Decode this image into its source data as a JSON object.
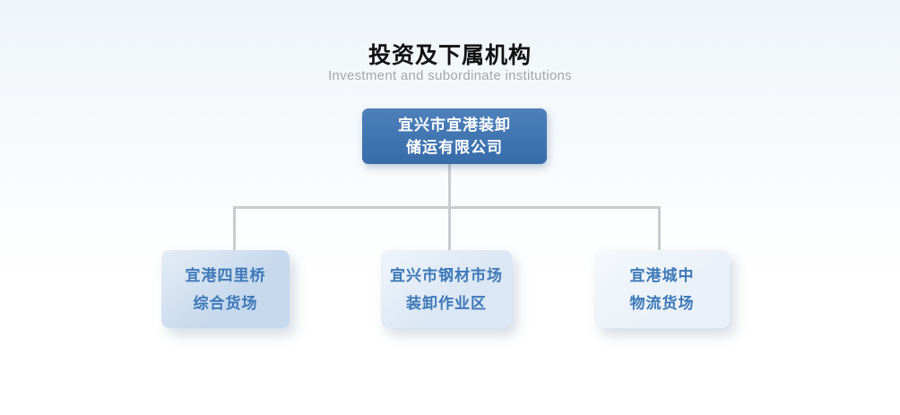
{
  "page": {
    "title": "投资及下属机构",
    "subtitle": "Investment and subordinate institutions"
  },
  "org_chart": {
    "type": "org-tree",
    "root": {
      "lines": [
        "宜兴市宜港装卸",
        "储运有限公司"
      ],
      "full_name": "宜兴市宜港装卸储运有限公司"
    },
    "children": [
      {
        "lines": [
          "宜港四里桥",
          "综合货场"
        ],
        "full_name": "宜港四里桥综合货场"
      },
      {
        "lines": [
          "宜兴市钢材市场",
          "装卸作业区"
        ],
        "full_name": "宜兴市钢材市场装卸作业区"
      },
      {
        "lines": [
          "宜港城中",
          "物流货场"
        ],
        "full_name": "宜港城中物流货场"
      }
    ]
  },
  "colors": {
    "page_bg_top": "#f0f5f9",
    "title_text": "#111111",
    "subtitle_text": "#a5a7a9",
    "root_box_bg": "#3a72b2",
    "root_box_text": "#ffffff",
    "child1_bg": "#c6d8ec",
    "child2_bg": "#dbe7f4",
    "child3_bg": "#eaf1f8",
    "child_text": "#3d78b8",
    "connector": "#c9cccf"
  }
}
